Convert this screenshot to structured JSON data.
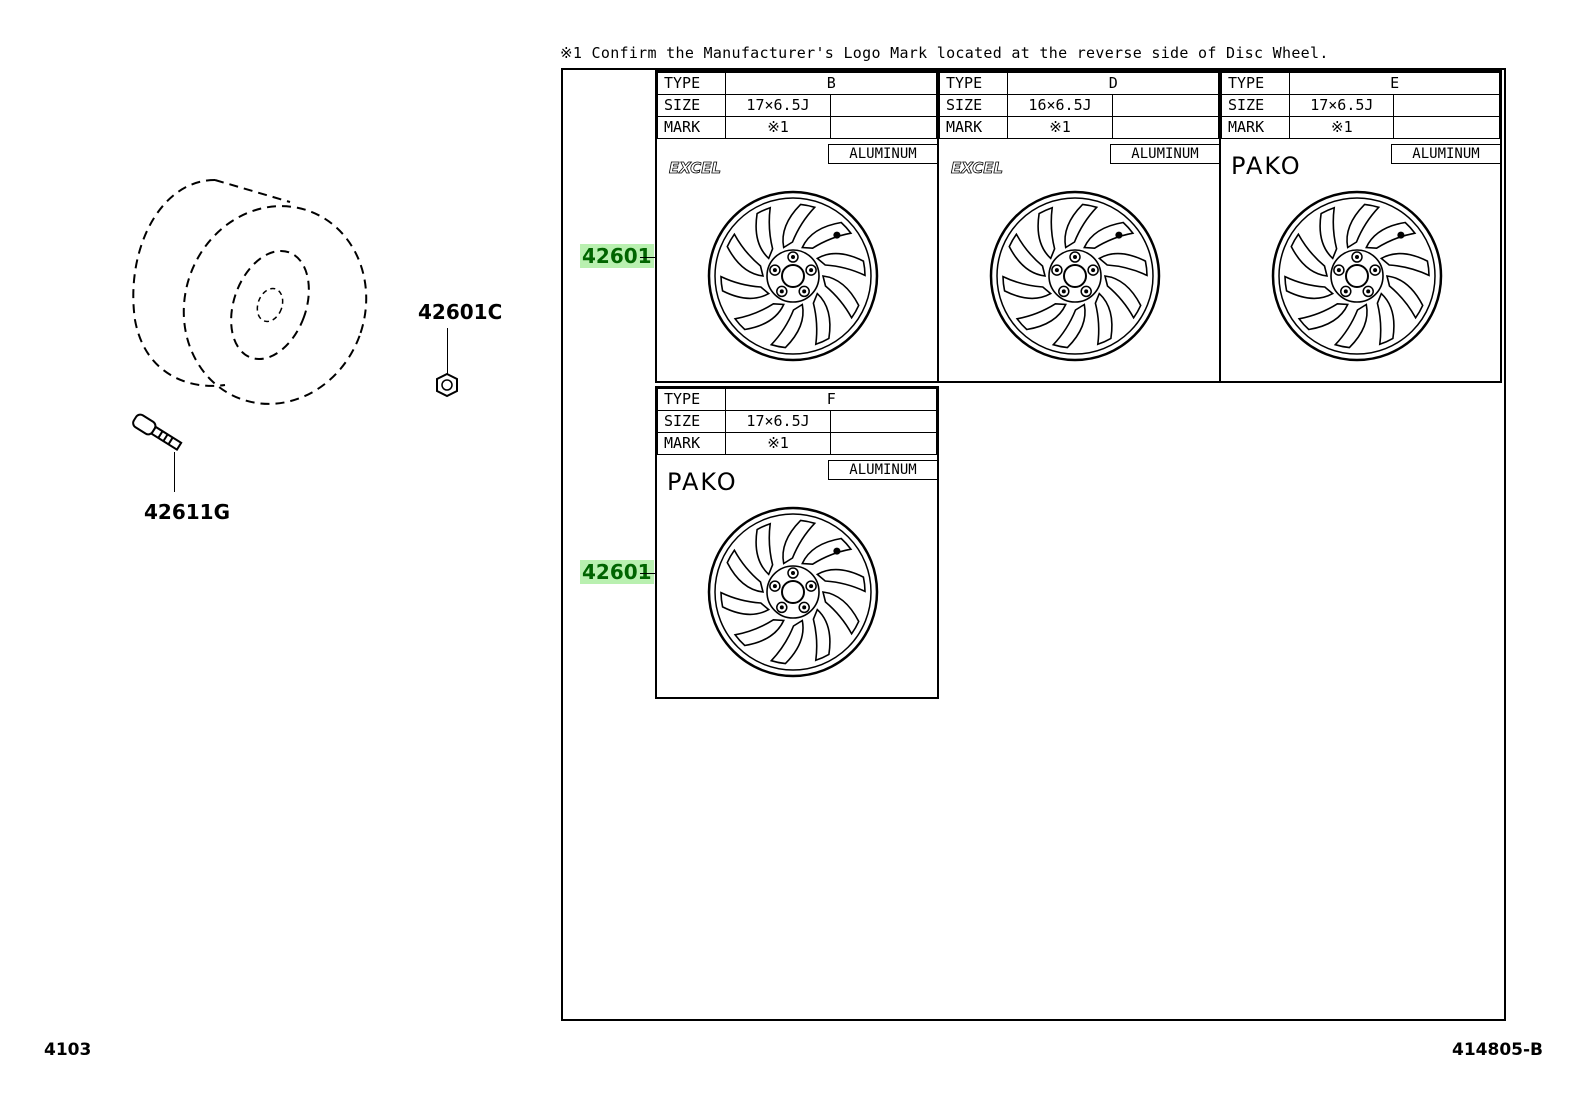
{
  "note": "※1  Confirm the Manufacturer's Logo Mark located at the reverse side of Disc Wheel.",
  "callouts": {
    "nut": "42601C",
    "valve": "42611G",
    "wheel_top": "42601",
    "wheel_bottom": "42601"
  },
  "labels": {
    "type": "TYPE",
    "size": "SIZE",
    "mark": "MARK",
    "material": "ALUMINUM"
  },
  "cards": [
    {
      "type": "B",
      "size": "17×6.5J",
      "mark": "※1",
      "logo": "EXCEL"
    },
    {
      "type": "D",
      "size": "16×6.5J",
      "mark": "※1",
      "logo": "EXCEL"
    },
    {
      "type": "E",
      "size": "17×6.5J",
      "mark": "※1",
      "logo": "PAKO"
    },
    {
      "type": "F",
      "size": "17×6.5J",
      "mark": "※1",
      "logo": "PAKO"
    }
  ],
  "footer": {
    "left": "4103",
    "right": "414805-B"
  }
}
